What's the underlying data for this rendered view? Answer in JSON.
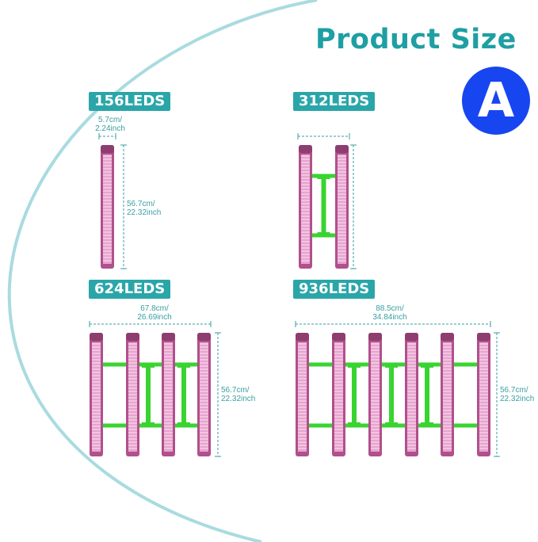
{
  "header": {
    "title": "Product Size",
    "badge": "A"
  },
  "colors": {
    "teal": "#2aa6a9",
    "badge_blue": "#1746f0",
    "bar_pink": "#c86aa8",
    "bracket_green": "#39d431",
    "arc": "#a9dbe0"
  },
  "models": [
    {
      "label": "156LEDS",
      "bars": 1,
      "width_line1": "5.7cm/",
      "width_line2": "2.24inch",
      "height_line1": "56.7cm/",
      "height_line2": "22.32inch"
    },
    {
      "label": "312LEDS",
      "bars": 2,
      "height_line1": "",
      "height_line2": ""
    },
    {
      "label": "624LEDS",
      "bars": 4,
      "width_line1": "67.8cm/",
      "width_line2": "26.69inch",
      "height_line1": "56.7cm/",
      "height_line2": "22.32inch"
    },
    {
      "label": "936LEDS",
      "bars": 6,
      "width_line1": "88.5cm/",
      "width_line2": "34.84inch",
      "height_line1": "56.7cm/",
      "height_line2": "22.32inch"
    }
  ]
}
